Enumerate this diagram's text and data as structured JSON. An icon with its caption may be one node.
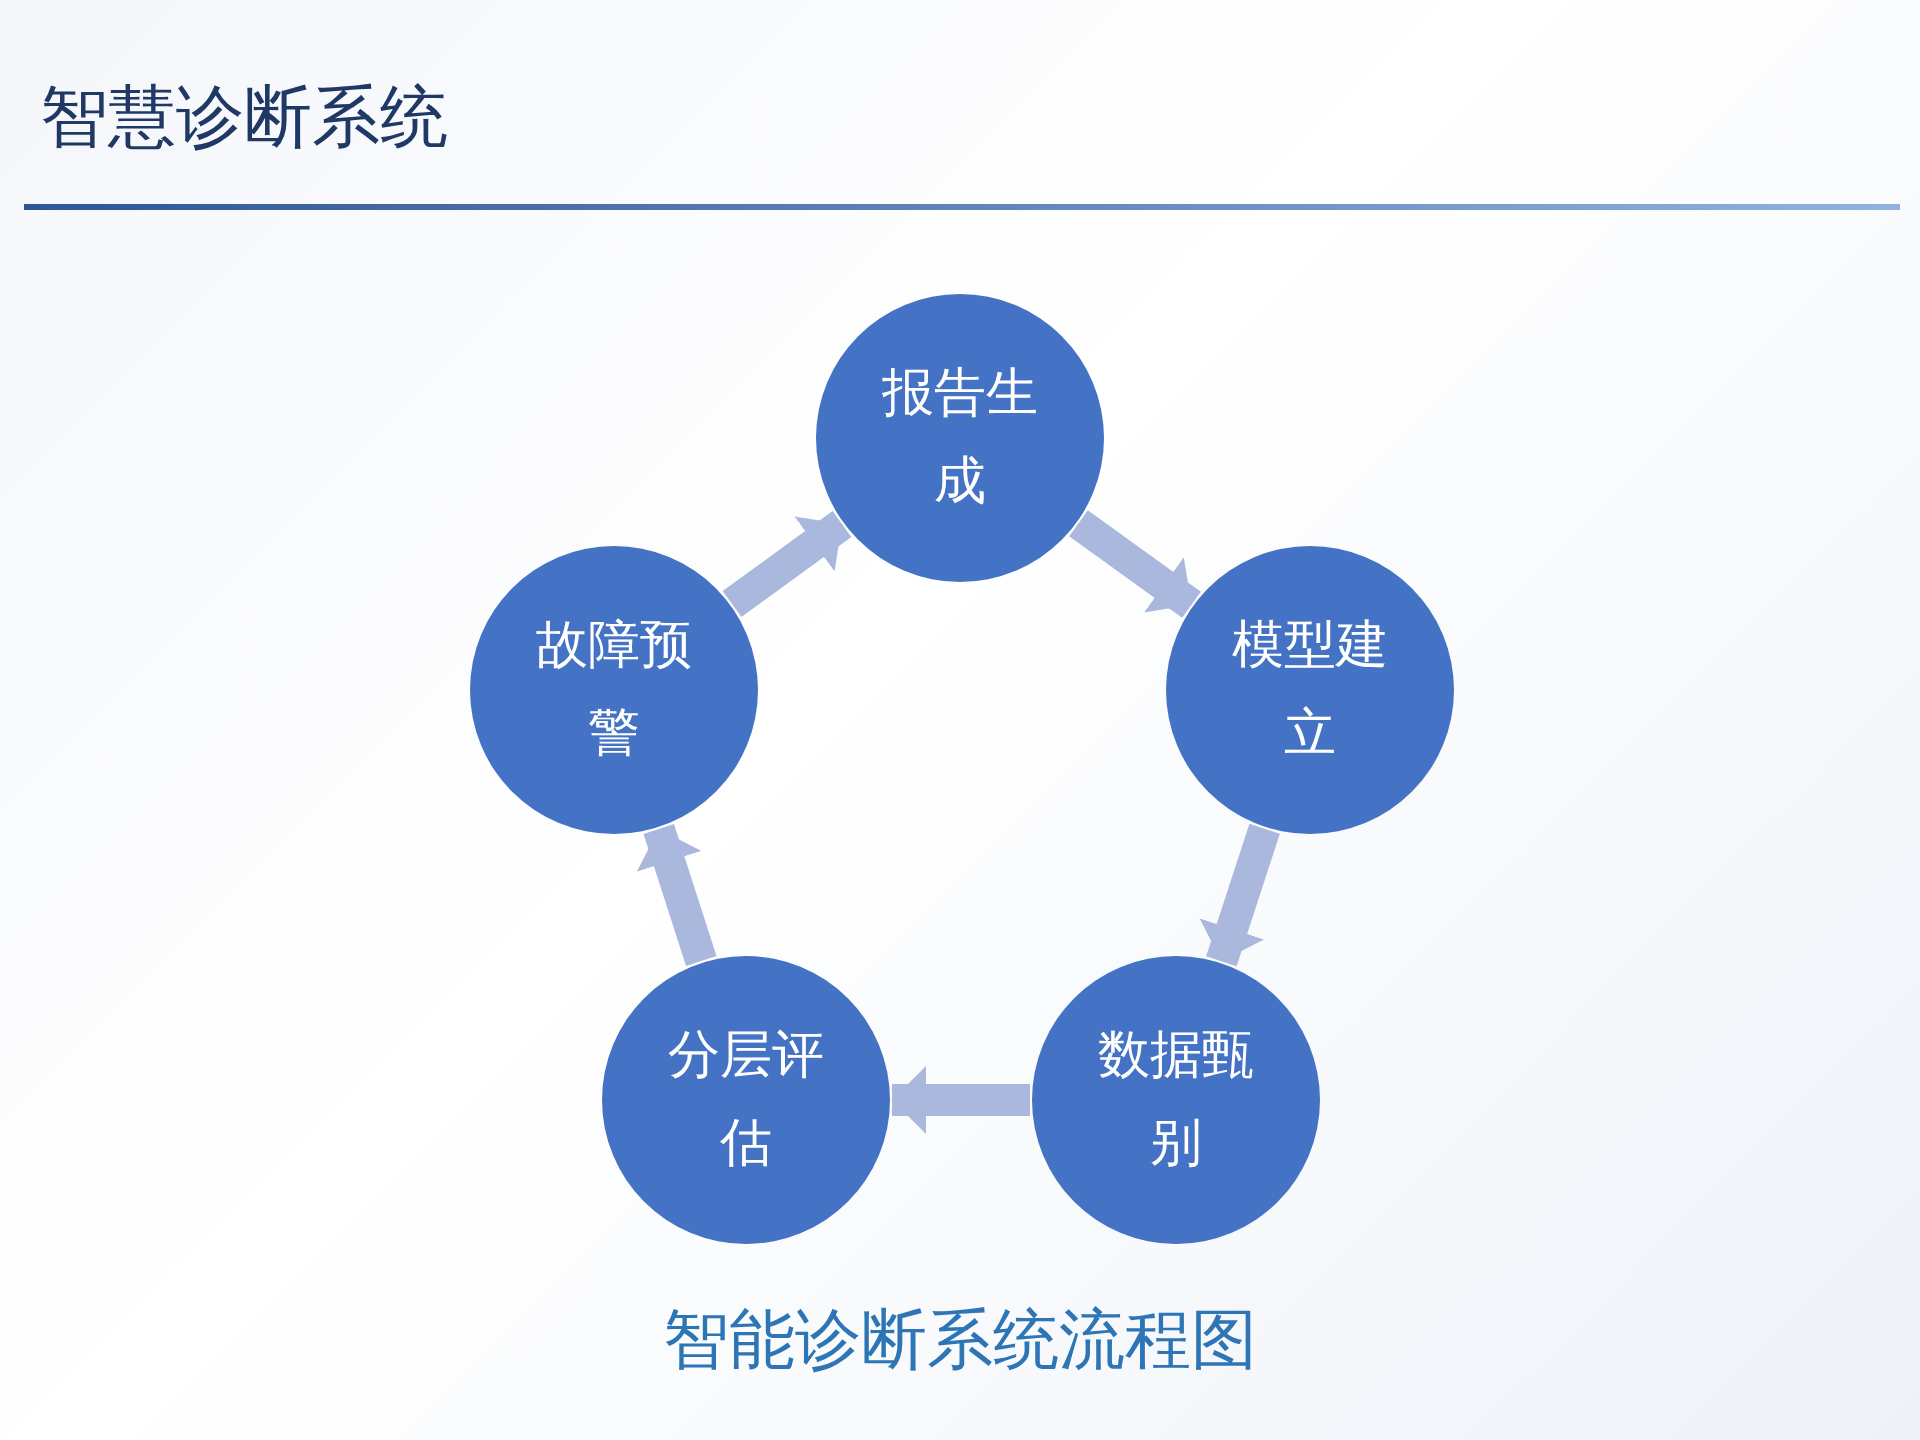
{
  "diagram": {
    "title": "智慧诊断系统",
    "caption": "智能诊断系统流程图",
    "nodes": [
      {
        "text": [
          "报告生成"
        ]
      },
      {
        "text": [
          "模型建立"
        ]
      },
      {
        "text": [
          "数据甄别"
        ]
      },
      {
        "text": [
          "分层评估"
        ]
      },
      {
        "text": [
          "故障预警"
        ]
      }
    ],
    "edges": [
      {
        "from": 0,
        "to": 1,
        "arrow": "to"
      },
      {
        "from": 1,
        "to": 2,
        "arrow": "to"
      },
      {
        "from": 2,
        "to": 3,
        "arrow": "to"
      },
      {
        "from": 3,
        "to": 4,
        "arrow": "to"
      },
      {
        "from": 4,
        "to": 0,
        "arrow": "to"
      }
    ]
  }
}
